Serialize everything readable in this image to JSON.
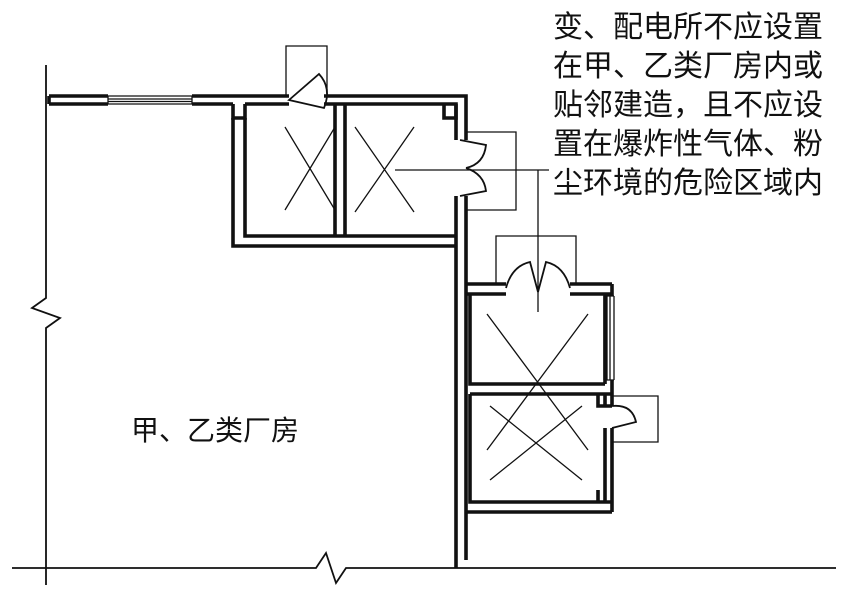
{
  "annotation": {
    "lines": [
      "变、配电所不应设置",
      "在甲、乙类厂房内或",
      "贴邻建造，且不应设",
      "置在爆炸性气体、粉",
      "尘环境的危险区域内"
    ]
  },
  "room_label": "甲、乙类厂房",
  "colors": {
    "line": "#111111",
    "background": "#ffffff"
  }
}
